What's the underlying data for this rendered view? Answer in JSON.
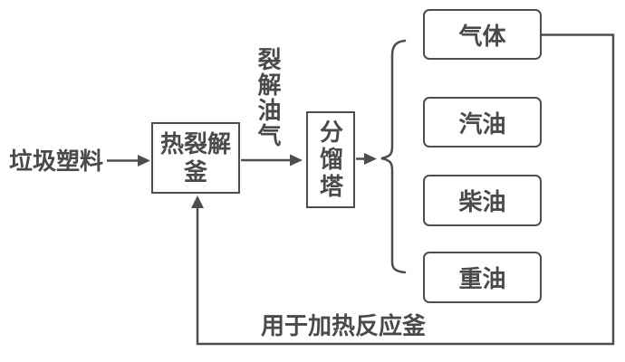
{
  "diagram": {
    "background": "#ffffff",
    "line_color": "#4d4d4d",
    "text_color": "#4a4a4a",
    "input_label": "垃圾塑料",
    "reactor": {
      "line1": "热裂解",
      "line2": "釜"
    },
    "stream_label": "裂解油气",
    "column_label": "分馏塔",
    "outputs": [
      "气体",
      "汽油",
      "柴油",
      "重油"
    ],
    "feedback_label": "用于加热反应釜"
  }
}
